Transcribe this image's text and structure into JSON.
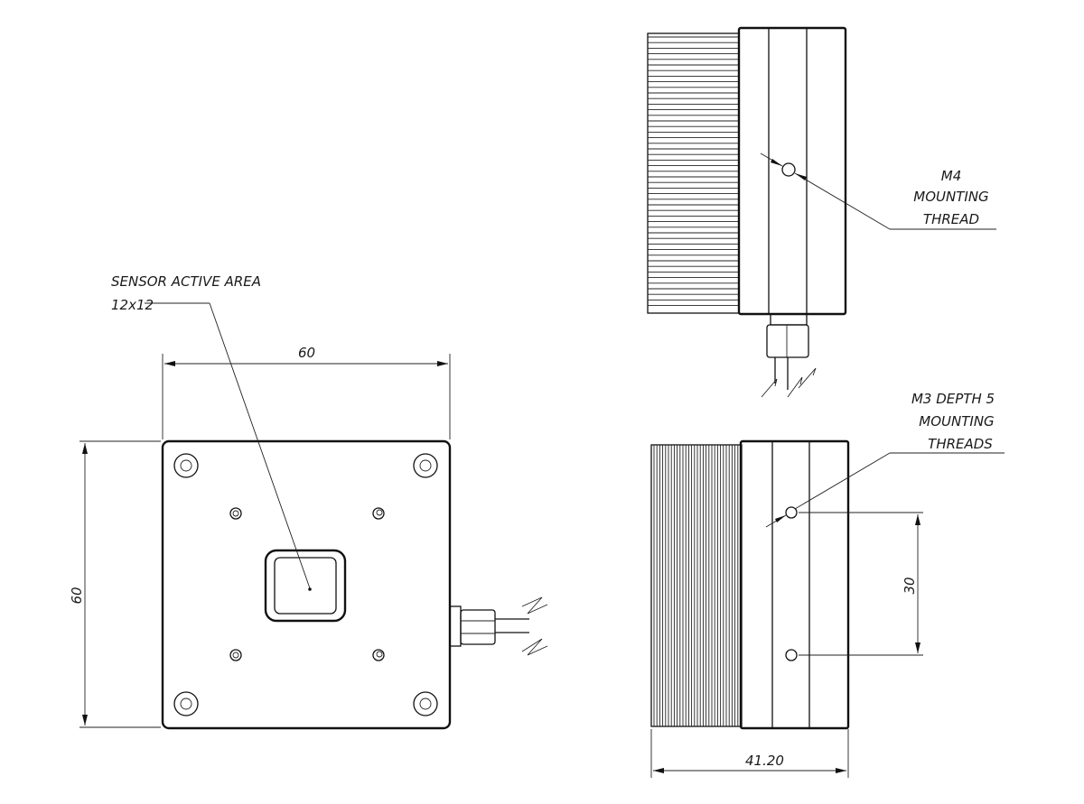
{
  "labels": {
    "sensor_area_line1": "SENSOR ACTIVE AREA",
    "sensor_area_line2": "12x12",
    "m4_line1": "M4",
    "m4_line2": "MOUNTING",
    "m4_line3": "THREAD",
    "m3_line1": "M3 DEPTH 5",
    "m3_line2": "MOUNTING",
    "m3_line3": "THREADS"
  },
  "dimensions": {
    "front_width": "60",
    "front_height": "60",
    "hole_spacing": "30",
    "side_depth": "41.20"
  },
  "colors": {
    "line": "#111111",
    "background": "#ffffff"
  }
}
